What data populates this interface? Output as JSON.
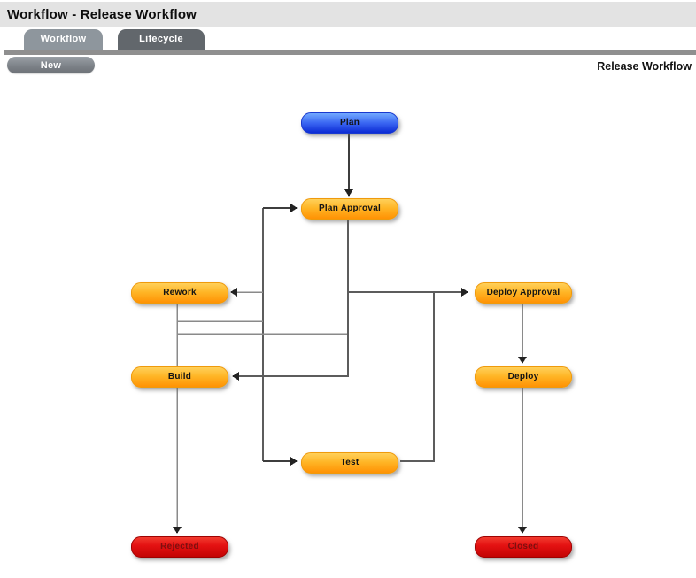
{
  "window": {
    "title": "Workflow - Release Workflow"
  },
  "tabs": {
    "workflow": {
      "label": "Workflow",
      "active": true
    },
    "lifecycle": {
      "label": "Lifecycle",
      "active": false
    }
  },
  "toolbar": {
    "new_button": "New",
    "context_heading": "Release Workflow"
  },
  "diagram": {
    "nodes": {
      "plan": {
        "label": "Plan",
        "kind": "start"
      },
      "plan_approval": {
        "label": "Plan Approval",
        "kind": "normal"
      },
      "rework": {
        "label": "Rework",
        "kind": "normal"
      },
      "deploy_approval": {
        "label": "Deploy Approval",
        "kind": "normal"
      },
      "build": {
        "label": "Build",
        "kind": "normal"
      },
      "deploy": {
        "label": "Deploy",
        "kind": "normal"
      },
      "test": {
        "label": "Test",
        "kind": "normal"
      },
      "rejected": {
        "label": "Rejected",
        "kind": "terminal"
      },
      "closed": {
        "label": "Closed",
        "kind": "terminal"
      }
    },
    "arrows": [
      {
        "target": "plan_approval",
        "enters": "top"
      },
      {
        "target": "plan_approval",
        "enters": "left"
      },
      {
        "target": "rework",
        "enters": "right"
      },
      {
        "target": "deploy_approval",
        "enters": "left"
      },
      {
        "target": "build",
        "enters": "right"
      },
      {
        "target": "test",
        "enters": "left"
      },
      {
        "target": "deploy",
        "enters": "top"
      },
      {
        "target": "rejected",
        "enters": "top"
      },
      {
        "target": "closed",
        "enters": "top"
      }
    ],
    "colors": {
      "start_top": "#72a9ff",
      "start_bottom": "#0c2bd4",
      "state_top": "#ffd05a",
      "state_bottom": "#ff9204",
      "terminal_top": "#f23b2e",
      "terminal_bottom": "#c30404",
      "terminal_text": "#7d0f0f",
      "connector": "#8a8a8a",
      "connector_dark": "#3d3d3d",
      "arrowhead": "#222222"
    }
  }
}
